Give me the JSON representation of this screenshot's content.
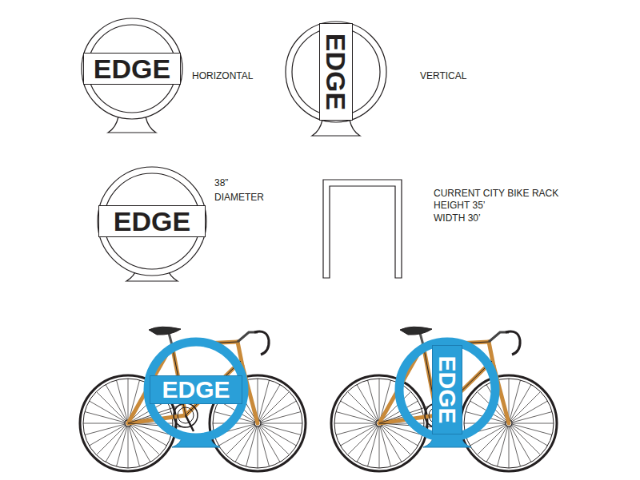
{
  "diagram": {
    "nodes": [
      {
        "text": [
          "EDGE"
        ]
      },
      {
        "text": [
          "EDGE"
        ]
      },
      {
        "text": [
          "EDGE"
        ]
      },
      {
        "text": [
          "EDGE"
        ]
      },
      {
        "text": [
          "EDGE"
        ]
      }
    ],
    "labels": [
      "HORIZONTAL",
      "VERTICAL",
      "38”",
      "DIAMETER",
      "CURRENT CITY BIKE RACK",
      "HEIGHT 35’",
      "WIDTH 30’"
    ]
  }
}
